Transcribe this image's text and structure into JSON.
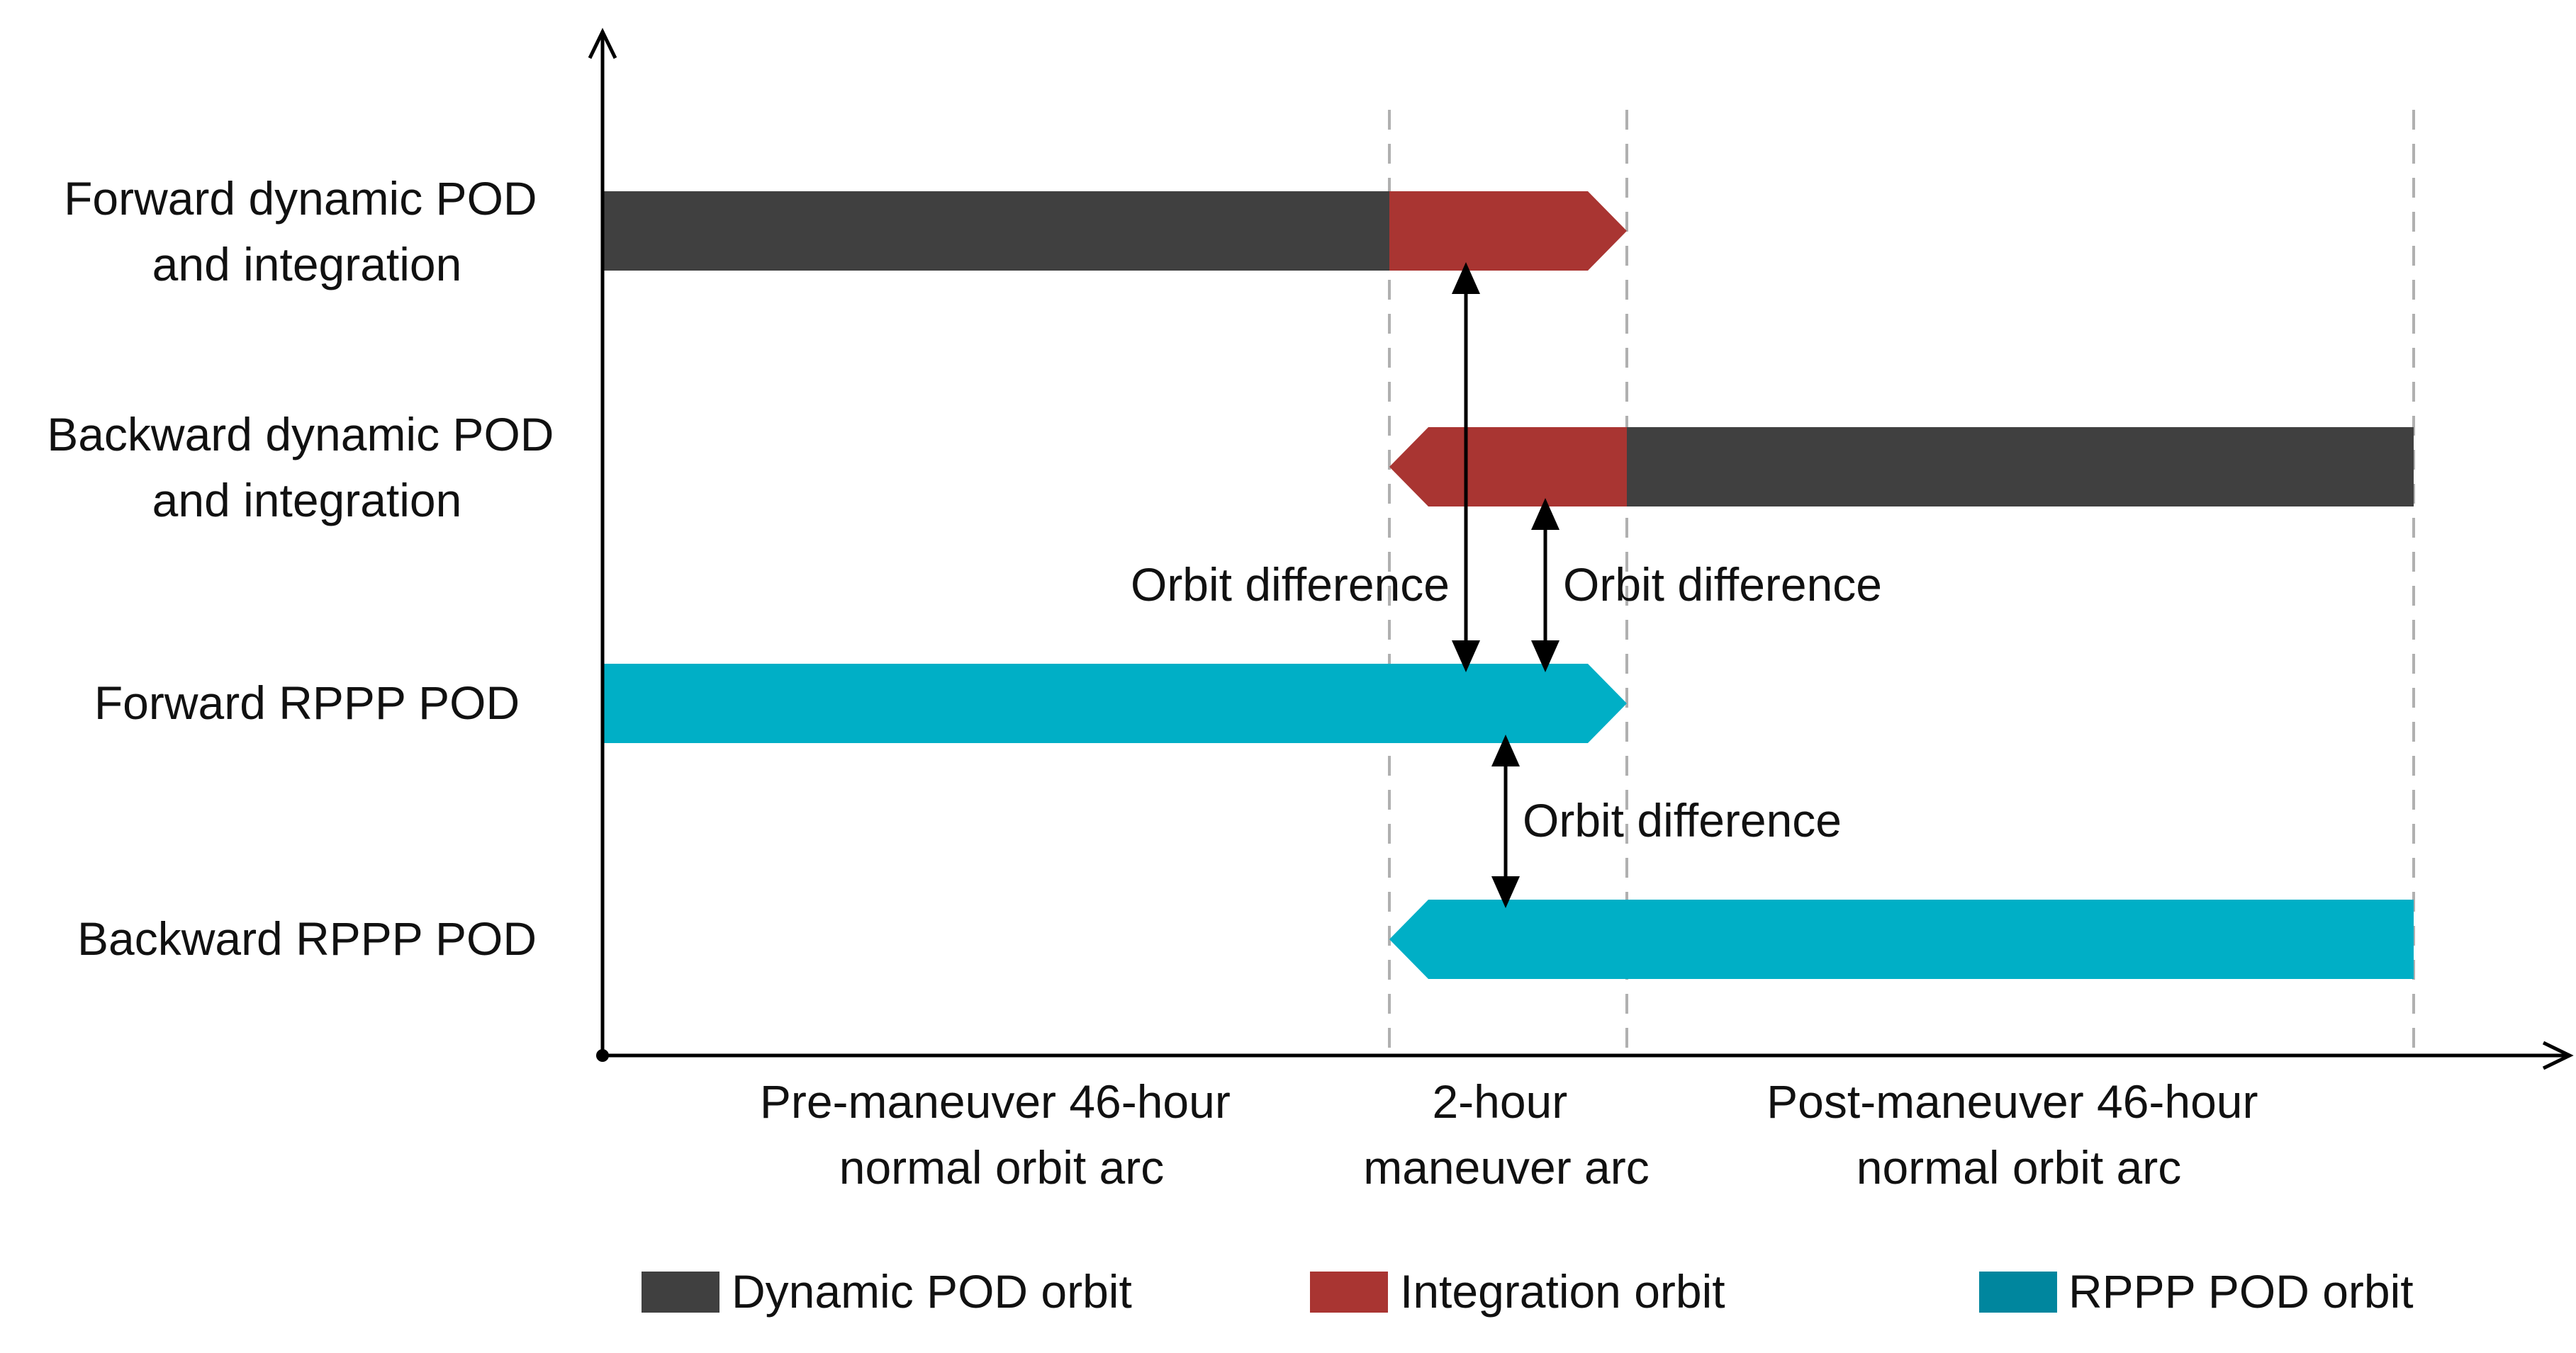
{
  "colors": {
    "dynamic": "#404040",
    "integration": "#a93532",
    "rppp": "#00afc6",
    "axis": "#000000",
    "dash": "#b0b0b0"
  },
  "rows": [
    {
      "id": "forward-dynamic",
      "label": [
        "Forward dynamic POD",
        "and integration"
      ]
    },
    {
      "id": "backward-dynamic",
      "label": [
        "Backward dynamic POD",
        "and integration"
      ]
    },
    {
      "id": "forward-rppp",
      "label": [
        "Forward RPPP POD"
      ]
    },
    {
      "id": "backward-rppp",
      "label": [
        "Backward RPPP POD"
      ]
    }
  ],
  "arcs": [
    {
      "id": "pre-maneuver",
      "label": [
        "Pre-maneuver 46-hour",
        "normal orbit arc"
      ]
    },
    {
      "id": "maneuver",
      "label": [
        "2-hour",
        "maneuver arc"
      ]
    },
    {
      "id": "post-maneuver",
      "label": [
        "Post-maneuver 46-hour",
        "normal orbit arc"
      ]
    }
  ],
  "differences": [
    {
      "id": "diff-1",
      "label": "Orbit difference"
    },
    {
      "id": "diff-2",
      "label": "Orbit difference"
    },
    {
      "id": "diff-3",
      "label": "Orbit difference"
    }
  ],
  "legend": [
    {
      "id": "dynamic",
      "label": "Dynamic POD orbit",
      "color": "#404040"
    },
    {
      "id": "integration",
      "label": "Integration orbit",
      "color": "#a93532"
    },
    {
      "id": "rppp",
      "label": "RPPP POD orbit",
      "color": "#00869e"
    }
  ]
}
